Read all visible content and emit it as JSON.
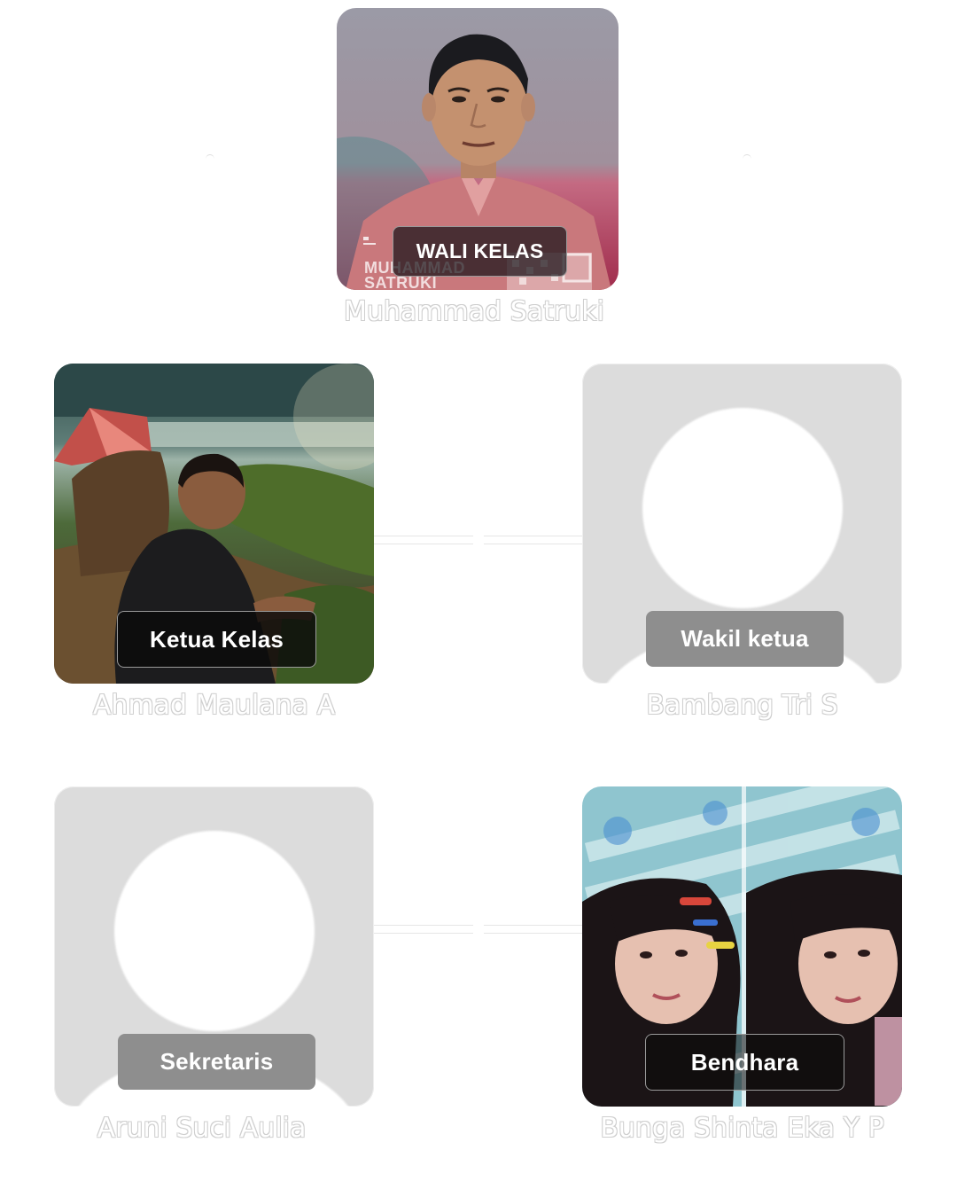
{
  "wali": {
    "role": "WALI KELAS",
    "name": "Muhammad Satruki",
    "card_print_line1": "MUHAMMAD",
    "card_print_line2": "SATRUKI"
  },
  "members": [
    {
      "role": "Ketua Kelas",
      "name": "Ahmad Maulana A",
      "photo": "boy-sitting-outdoors"
    },
    {
      "role": "Wakil ketua",
      "name": "Bambang Tri S",
      "photo": "placeholder-avatar"
    },
    {
      "role": "Sekretaris",
      "name": "Aruni Suci Aulia",
      "photo": "placeholder-avatar"
    },
    {
      "role": "Bendhara",
      "name": "Bunga Shinta Eka Y P",
      "photo": "girl-selfie-mirrored"
    }
  ],
  "colors": {
    "badge_dark": "#0a0a0a",
    "badge_gray": "#8e8e8e",
    "placeholder_bg": "#dcdcdc",
    "name_outline": "#cfcfcf"
  }
}
